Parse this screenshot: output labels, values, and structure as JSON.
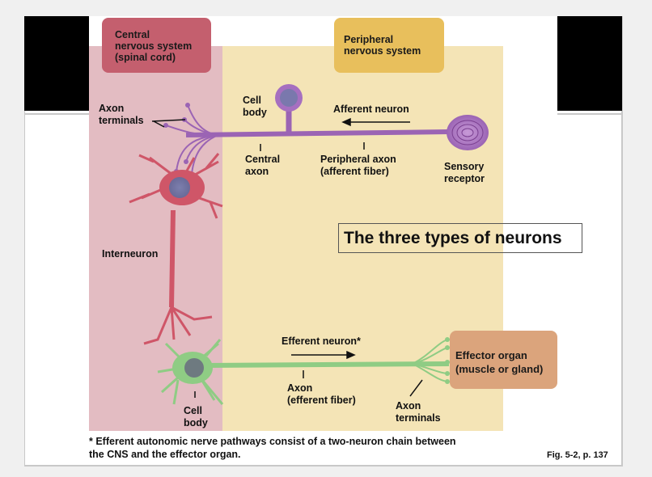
{
  "title": "The three types of neurons",
  "regions": {
    "cns": "Central nervous system (spinal cord)",
    "cns_lines": [
      "Central",
      "nervous system",
      "(spinal cord)"
    ],
    "pns_lines": [
      "Peripheral",
      "nervous system"
    ]
  },
  "labels": {
    "axon_terminals_top": [
      "Axon",
      "terminals"
    ],
    "cell_body_top": [
      "Cell",
      "body"
    ],
    "afferent_neuron": "Afferent neuron",
    "central_axon": [
      "Central",
      "axon"
    ],
    "peripheral_axon": [
      "Peripheral axon",
      "(afferent fiber)"
    ],
    "sensory_receptor": [
      "Sensory",
      "receptor"
    ],
    "interneuron": "Interneuron",
    "efferent_neuron": "Efferent neuron*",
    "axon_efferent": [
      "Axon",
      "(efferent fiber)"
    ],
    "cell_body_bottom": [
      "Cell",
      "body"
    ],
    "axon_terminals_bottom": [
      "Axon",
      "terminals"
    ],
    "effector_organ": [
      "Effector organ",
      "(muscle or gland)"
    ]
  },
  "footnote": [
    "* Efferent autonomic nerve pathways consist of a two-neuron chain between",
    "the CNS and the effector organ."
  ],
  "figure_ref": "Fig. 5-2, p. 137",
  "colors": {
    "cns_bg": "#e3bcc2",
    "pns_bg": "#f4e4b6",
    "cns_box": "#c45f6e",
    "pns_box": "#e8bf5c",
    "effector_box": "#dba47c",
    "afferent": "#9b64b4",
    "interneuron": "#cf5668",
    "efferent": "#8fcc84"
  }
}
